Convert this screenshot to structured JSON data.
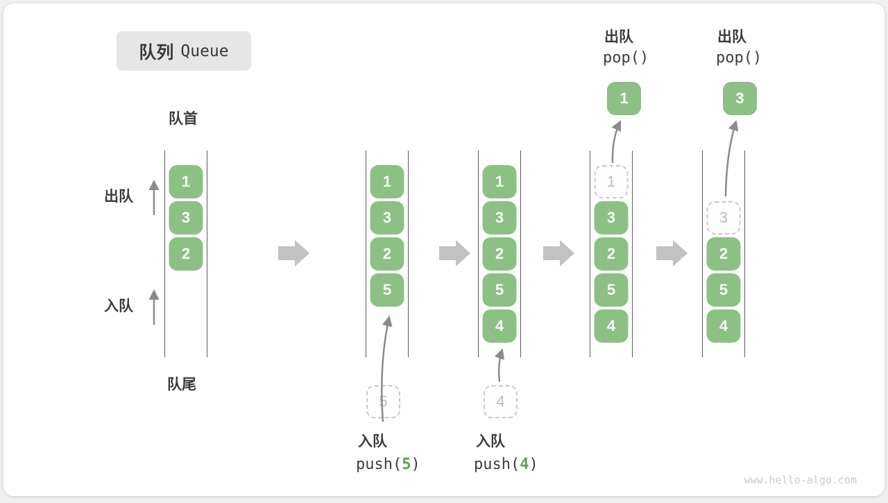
{
  "title": {
    "zh": "队列",
    "en": "Queue"
  },
  "labels": {
    "front": "队首",
    "rear": "队尾",
    "dequeue_side": "出队",
    "enqueue_side": "入队"
  },
  "colors": {
    "cell_green": "#8cc084",
    "code_green": "#5fa052",
    "text_dark": "#3b3b3b",
    "ghost_gray": "#bdbdbd",
    "block_arrow_gray": "#c2c2c2",
    "thin_arrow_gray": "#8a8a8a",
    "title_box_bg": "#e6e6e6"
  },
  "queues": {
    "q1": {
      "s1": "1",
      "s2": "3",
      "s3": "2"
    },
    "q2": {
      "s1": "1",
      "s2": "3",
      "s3": "2",
      "s4": "5"
    },
    "q3": {
      "s1": "1",
      "s2": "3",
      "s3": "2",
      "s4": "5",
      "s5": "4"
    },
    "q4": {
      "popped": "1",
      "s2": "3",
      "s3": "2",
      "s4": "5",
      "s5": "4"
    },
    "q5": {
      "popped": "3",
      "s3": "2",
      "s4": "5",
      "s5": "4"
    }
  },
  "ops": {
    "push5": {
      "label": "入队",
      "pre": "push(",
      "arg": "5",
      "post": ")",
      "ghost": "5"
    },
    "push4": {
      "label": "入队",
      "pre": "push(",
      "arg": "4",
      "post": ")",
      "ghost": "4"
    },
    "pop1": {
      "label": "出队",
      "fn": "pop()",
      "result": "1"
    },
    "pop2": {
      "label": "出队",
      "fn": "pop()",
      "result": "3"
    }
  },
  "watermark": "www.hello-algo.com"
}
